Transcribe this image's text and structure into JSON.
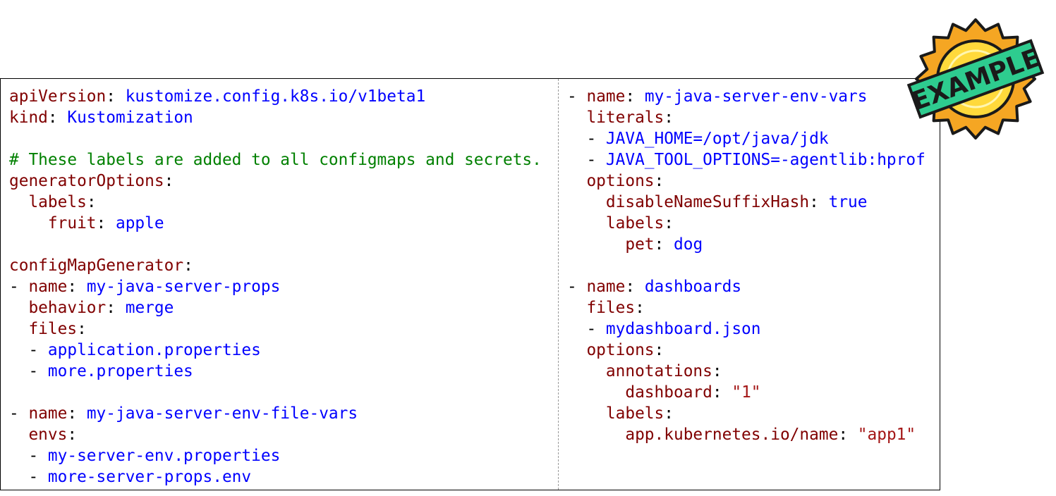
{
  "left_column": [
    [
      {
        "t": "apiVersion",
        "c": "k"
      },
      {
        "t": ": ",
        "c": "p"
      },
      {
        "t": "kustomize.config.k8s.io/v1beta1",
        "c": "v"
      }
    ],
    [
      {
        "t": "kind",
        "c": "k"
      },
      {
        "t": ": ",
        "c": "p"
      },
      {
        "t": "Kustomization",
        "c": "v"
      }
    ],
    [],
    [
      {
        "t": "# These labels are added to all configmaps and secrets.",
        "c": "c"
      }
    ],
    [
      {
        "t": "generatorOptions",
        "c": "k"
      },
      {
        "t": ":",
        "c": "p"
      }
    ],
    [
      {
        "t": "  ",
        "c": "p"
      },
      {
        "t": "labels",
        "c": "k"
      },
      {
        "t": ":",
        "c": "p"
      }
    ],
    [
      {
        "t": "    ",
        "c": "p"
      },
      {
        "t": "fruit",
        "c": "k"
      },
      {
        "t": ": ",
        "c": "p"
      },
      {
        "t": "apple",
        "c": "v"
      }
    ],
    [],
    [
      {
        "t": "configMapGenerator",
        "c": "k"
      },
      {
        "t": ":",
        "c": "p"
      }
    ],
    [
      {
        "t": "- ",
        "c": "p"
      },
      {
        "t": "name",
        "c": "k"
      },
      {
        "t": ": ",
        "c": "p"
      },
      {
        "t": "my-java-server-props",
        "c": "v"
      }
    ],
    [
      {
        "t": "  ",
        "c": "p"
      },
      {
        "t": "behavior",
        "c": "k"
      },
      {
        "t": ": ",
        "c": "p"
      },
      {
        "t": "merge",
        "c": "v"
      }
    ],
    [
      {
        "t": "  ",
        "c": "p"
      },
      {
        "t": "files",
        "c": "k"
      },
      {
        "t": ":",
        "c": "p"
      }
    ],
    [
      {
        "t": "  - ",
        "c": "p"
      },
      {
        "t": "application.properties",
        "c": "v"
      }
    ],
    [
      {
        "t": "  - ",
        "c": "p"
      },
      {
        "t": "more.properties",
        "c": "v"
      }
    ],
    [],
    [
      {
        "t": "- ",
        "c": "p"
      },
      {
        "t": "name",
        "c": "k"
      },
      {
        "t": ": ",
        "c": "p"
      },
      {
        "t": "my-java-server-env-file-vars",
        "c": "v"
      }
    ],
    [
      {
        "t": "  ",
        "c": "p"
      },
      {
        "t": "envs",
        "c": "k"
      },
      {
        "t": ":",
        "c": "p"
      }
    ],
    [
      {
        "t": "  - ",
        "c": "p"
      },
      {
        "t": "my-server-env.properties",
        "c": "v"
      }
    ],
    [
      {
        "t": "  - ",
        "c": "p"
      },
      {
        "t": "more-server-props.env",
        "c": "v"
      }
    ]
  ],
  "right_column": [
    [
      {
        "t": "- ",
        "c": "p"
      },
      {
        "t": "name",
        "c": "k"
      },
      {
        "t": ": ",
        "c": "p"
      },
      {
        "t": "my-java-server-env-vars",
        "c": "v"
      }
    ],
    [
      {
        "t": "  ",
        "c": "p"
      },
      {
        "t": "literals",
        "c": "k"
      },
      {
        "t": ":",
        "c": "p"
      }
    ],
    [
      {
        "t": "  - ",
        "c": "p"
      },
      {
        "t": "JAVA_HOME=/opt/java/jdk",
        "c": "v"
      }
    ],
    [
      {
        "t": "  - ",
        "c": "p"
      },
      {
        "t": "JAVA_TOOL_OPTIONS=-agentlib:hprof",
        "c": "v"
      }
    ],
    [
      {
        "t": "  ",
        "c": "p"
      },
      {
        "t": "options",
        "c": "k"
      },
      {
        "t": ":",
        "c": "p"
      }
    ],
    [
      {
        "t": "    ",
        "c": "p"
      },
      {
        "t": "disableNameSuffixHash",
        "c": "k"
      },
      {
        "t": ": ",
        "c": "p"
      },
      {
        "t": "true",
        "c": "v"
      }
    ],
    [
      {
        "t": "    ",
        "c": "p"
      },
      {
        "t": "labels",
        "c": "k"
      },
      {
        "t": ":",
        "c": "p"
      }
    ],
    [
      {
        "t": "      ",
        "c": "p"
      },
      {
        "t": "pet",
        "c": "k"
      },
      {
        "t": ": ",
        "c": "p"
      },
      {
        "t": "dog",
        "c": "v"
      }
    ],
    [],
    [
      {
        "t": "- ",
        "c": "p"
      },
      {
        "t": "name",
        "c": "k"
      },
      {
        "t": ": ",
        "c": "p"
      },
      {
        "t": "dashboards",
        "c": "v"
      }
    ],
    [
      {
        "t": "  ",
        "c": "p"
      },
      {
        "t": "files",
        "c": "k"
      },
      {
        "t": ":",
        "c": "p"
      }
    ],
    [
      {
        "t": "  - ",
        "c": "p"
      },
      {
        "t": "mydashboard.json",
        "c": "v"
      }
    ],
    [
      {
        "t": "  ",
        "c": "p"
      },
      {
        "t": "options",
        "c": "k"
      },
      {
        "t": ":",
        "c": "p"
      }
    ],
    [
      {
        "t": "    ",
        "c": "p"
      },
      {
        "t": "annotations",
        "c": "k"
      },
      {
        "t": ":",
        "c": "p"
      }
    ],
    [
      {
        "t": "      ",
        "c": "p"
      },
      {
        "t": "dashboard",
        "c": "k"
      },
      {
        "t": ": ",
        "c": "p"
      },
      {
        "t": "\"1\"",
        "c": "s"
      }
    ],
    [
      {
        "t": "    ",
        "c": "p"
      },
      {
        "t": "labels",
        "c": "k"
      },
      {
        "t": ":",
        "c": "p"
      }
    ],
    [
      {
        "t": "      ",
        "c": "p"
      },
      {
        "t": "app.kubernetes.io/name",
        "c": "k"
      },
      {
        "t": ": ",
        "c": "p"
      },
      {
        "t": "\"app1\"",
        "c": "s"
      }
    ]
  ],
  "badge": {
    "text": "EXAMPLE",
    "icon": "example-badge-icon",
    "colors": {
      "outer": "#f5a623",
      "inner": "#ffd93b",
      "ribbon": "#2ecc8f"
    }
  },
  "colors": {
    "key": "#800000",
    "value": "#0000ff",
    "string": "#a31515",
    "comment": "#008000"
  }
}
